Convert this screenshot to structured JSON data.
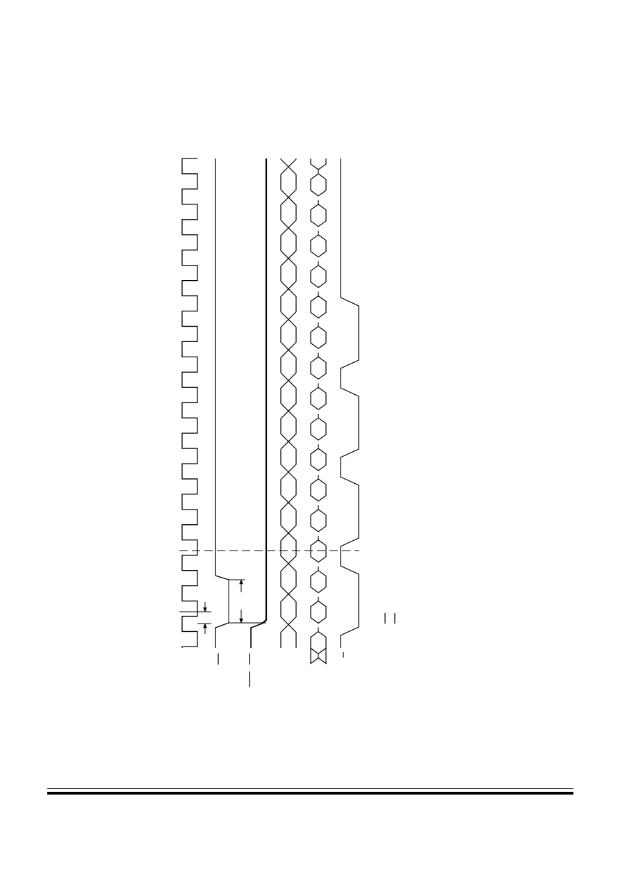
{
  "diagram": {
    "kind": "timing-diagram",
    "orientation": "rotated-90",
    "signals": [
      {
        "key": "clock",
        "waveform": "square-clock",
        "cycles": 16
      },
      {
        "key": "strobe-a",
        "waveform": "single-transition"
      },
      {
        "key": "strobe-b",
        "waveform": "single-transition"
      },
      {
        "key": "data-bus-a",
        "waveform": "data-crossings",
        "cells": 16
      },
      {
        "key": "data-bus-b",
        "waveform": "data-valid-windows",
        "cells": 16
      },
      {
        "key": "enable",
        "waveform": "periodic-pulses",
        "pulses": 4
      }
    ],
    "timing_markers": [
      {
        "key": "setup-time"
      },
      {
        "key": "hold-time"
      },
      {
        "key": "strobe-to-strobe-delay"
      }
    ],
    "colors": {
      "ink": "#000000",
      "background": "#ffffff"
    }
  }
}
